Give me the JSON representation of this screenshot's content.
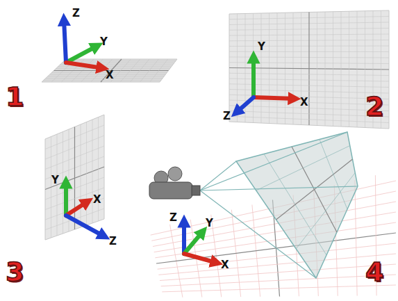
{
  "diagram": {
    "labels": [
      "Z",
      "Y",
      "X",
      "Y",
      "X",
      "Z",
      "1",
      "2",
      "Y",
      "X",
      "Z",
      "Z",
      "Y",
      "X",
      "3",
      "4"
    ]
  }
}
